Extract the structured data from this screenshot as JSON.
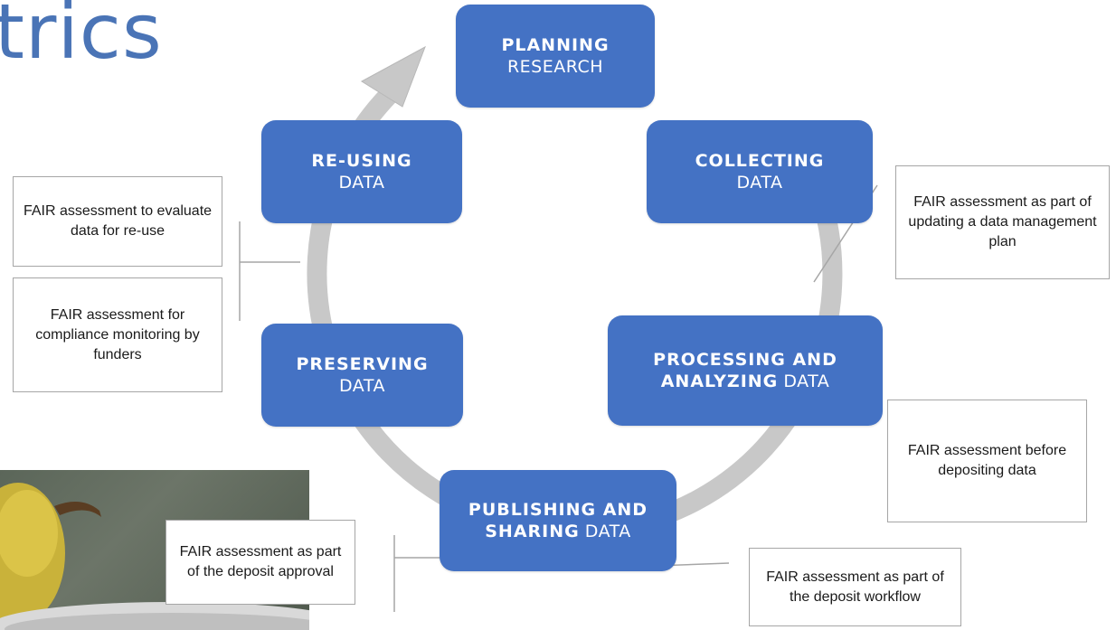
{
  "title": "trics",
  "stages": {
    "planning": {
      "bold": "PLANNING",
      "rest": "RESEARCH"
    },
    "collecting": {
      "bold": "COLLECTING",
      "rest": "DATA"
    },
    "processing": {
      "bold1": "PROCESSING AND",
      "bold2": "ANALYZING",
      "rest": "DATA"
    },
    "publishing": {
      "bold1": "PUBLISHING AND",
      "bold2": "SHARING",
      "rest": "DATA"
    },
    "preserving": {
      "bold": "PRESERVING",
      "rest": "DATA"
    },
    "reusing": {
      "bold": "RE-USING",
      "rest": "DATA"
    }
  },
  "notes": {
    "reuse": "FAIR assessment to evaluate data for re-use",
    "compliance": "FAIR assessment for compliance monitoring by funders",
    "dmp": "FAIR assessment as part of updating a data management plan",
    "before_depositing": "FAIR assessment before depositing data",
    "deposit_workflow": "FAIR assessment as part of the deposit workflow",
    "deposit_approval": "FAIR assessment as part of the deposit approval"
  },
  "colors": {
    "stage_fill": "#4472c4",
    "cycle_arrow": "#c8c8c8",
    "title": "#4a74b6",
    "connector": "#a6a6a6"
  }
}
